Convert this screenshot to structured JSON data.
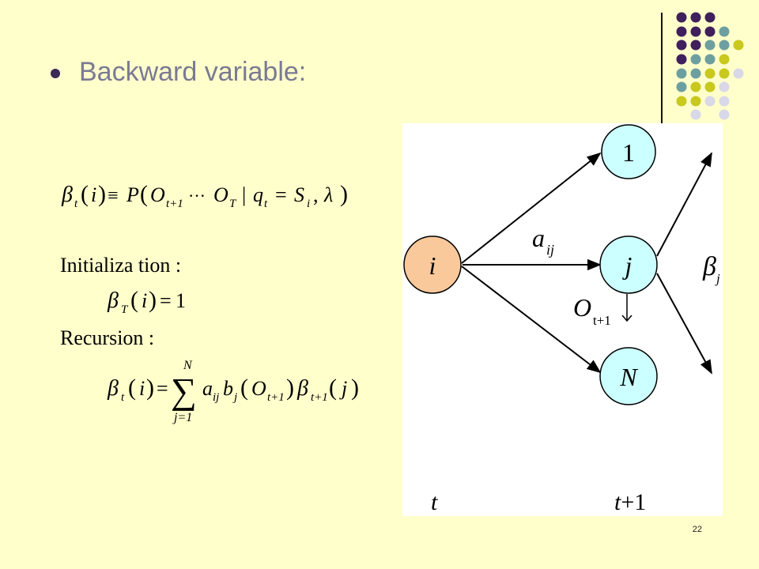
{
  "slide": {
    "title": "Backward variable:",
    "page_number": "22"
  },
  "formulas": {
    "definition": {
      "beta": "β",
      "sub_t": "t",
      "i": "i",
      "equiv": "≡",
      "P": "P",
      "O1": "O",
      "O1_sub": "t+1",
      "dots": "···",
      "O2": "O",
      "O2_sub": "T",
      "bar": "|",
      "q": "q",
      "q_sub": "t",
      "eq": "=",
      "S": "S",
      "S_sub": "i",
      "comma": ",",
      "lambda": "λ"
    },
    "init_label": "Initializa tion :",
    "init": {
      "beta": "β",
      "sub_T": "T",
      "i": "i",
      "eq": "=",
      "one": "1"
    },
    "recursion_label": "Recursion :",
    "recursion": {
      "beta": "β",
      "sub_t": "t",
      "i": "i",
      "eq": "=",
      "sum": "∑",
      "sum_upper": "N",
      "sum_lower": "j=1",
      "a": "a",
      "a_sub": "ij",
      "b": "b",
      "b_sub": "j",
      "O": "O",
      "O_sub": "t+1",
      "beta2": "β",
      "beta2_sub": "t+1",
      "j": "j"
    }
  },
  "diagram": {
    "nodes": [
      {
        "id": "1",
        "label": "1"
      },
      {
        "id": "i",
        "label": "i"
      },
      {
        "id": "j",
        "label": "j"
      },
      {
        "id": "N",
        "label": "N"
      }
    ],
    "edge_label": "a",
    "edge_label_sub": "ij",
    "obs_label": "O",
    "obs_label_sub": "t+1",
    "beta_label": "β",
    "beta_label_sub": "j",
    "time_left": "t",
    "time_right_var": "t",
    "time_right_rest": "+1"
  },
  "colors": {
    "background": "#FFFFCC",
    "node_source": "#F9C89B",
    "node_target": "#CCFFFF",
    "dot_purple": "#3f1f5c",
    "dot_teal": "#6e9fa0",
    "dot_lime": "#c8c81e",
    "dot_lavender": "#d8d8e8"
  }
}
